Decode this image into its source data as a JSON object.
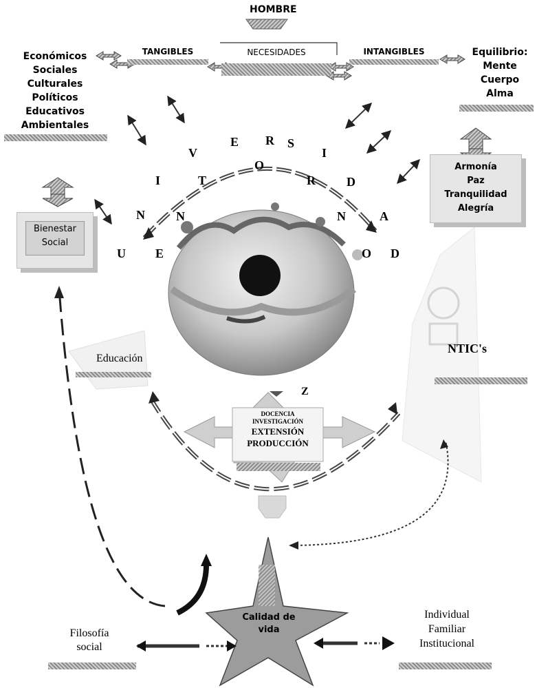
{
  "top": {
    "hombre": "HOMBRE",
    "tangibles": "TANGIBLES",
    "necesidades": "NECESIDADES",
    "intangibles": "INTANGIBLES"
  },
  "left_list": [
    "Económicos",
    "Sociales",
    "Culturales",
    "Políticos",
    "Educativos",
    "Ambientales"
  ],
  "right_list": [
    "Equilibrio:",
    "Mente",
    "Cuerpo",
    "Alma"
  ],
  "armonia": [
    "Armonía",
    "Paz",
    "Tranquilidad",
    "Alegría"
  ],
  "bienestar": [
    "Bienestar",
    "Social"
  ],
  "arc_letters": [
    "U",
    "N",
    "I",
    "V",
    "E",
    "R",
    "S",
    "I",
    "D",
    "A",
    "D",
    "E",
    "N",
    "T",
    "O",
    "R",
    "N",
    "O"
  ],
  "educacion": "Educación",
  "ntics": "NTIC's",
  "z_letter": "Z",
  "functions": {
    "line1": "DOCENCIA",
    "line2": "INVESTIGACIÓN",
    "line3": "EXTENSIÓN",
    "line4": "PRODUCCIÓN"
  },
  "star_label": "Calidad de vida",
  "filosofia": [
    "Filosofía",
    "social"
  ],
  "individual": [
    "Individual",
    "Familiar",
    "Institucional"
  ],
  "colors": {
    "shelf_dark": "#8a8a8a",
    "shelf_light": "#d0d0d0",
    "box_fill": "#e6e6e6",
    "star_fill": "#9c9c9c"
  }
}
